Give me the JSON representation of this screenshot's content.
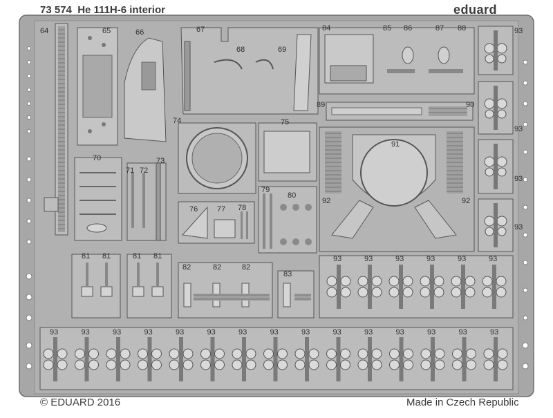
{
  "header": {
    "title": "73 574  He 111H-6 interior",
    "brand": "eduard"
  },
  "footer": {
    "copyright": "© EDUARD 2016",
    "origin": "Made in Czech Republic"
  },
  "part_numbers": {
    "p64": "64",
    "p65": "65",
    "p66": "66",
    "p67": "67",
    "p68": "68",
    "p69": "69",
    "p70": "70",
    "p71": "71",
    "p72": "72",
    "p73": "73",
    "p74": "74",
    "p75": "75",
    "p76": "76",
    "p77": "77",
    "p78": "78",
    "p79": "79",
    "p80": "80",
    "p81": "81",
    "p82": "82",
    "p83": "83",
    "p84": "84",
    "p85": "85",
    "p86": "86",
    "p87": "87",
    "p88": "88",
    "p89": "89",
    "p90": "90",
    "p91": "91",
    "p92": "92",
    "p93": "93"
  },
  "colors": {
    "fret": "#a7a7a7",
    "fret_dark": "#7d7d7d",
    "part": "#b9b9b9",
    "part_light": "#cfcfcf",
    "outline": "#555555",
    "label": "#2e2e2e",
    "background": "#ffffff"
  }
}
